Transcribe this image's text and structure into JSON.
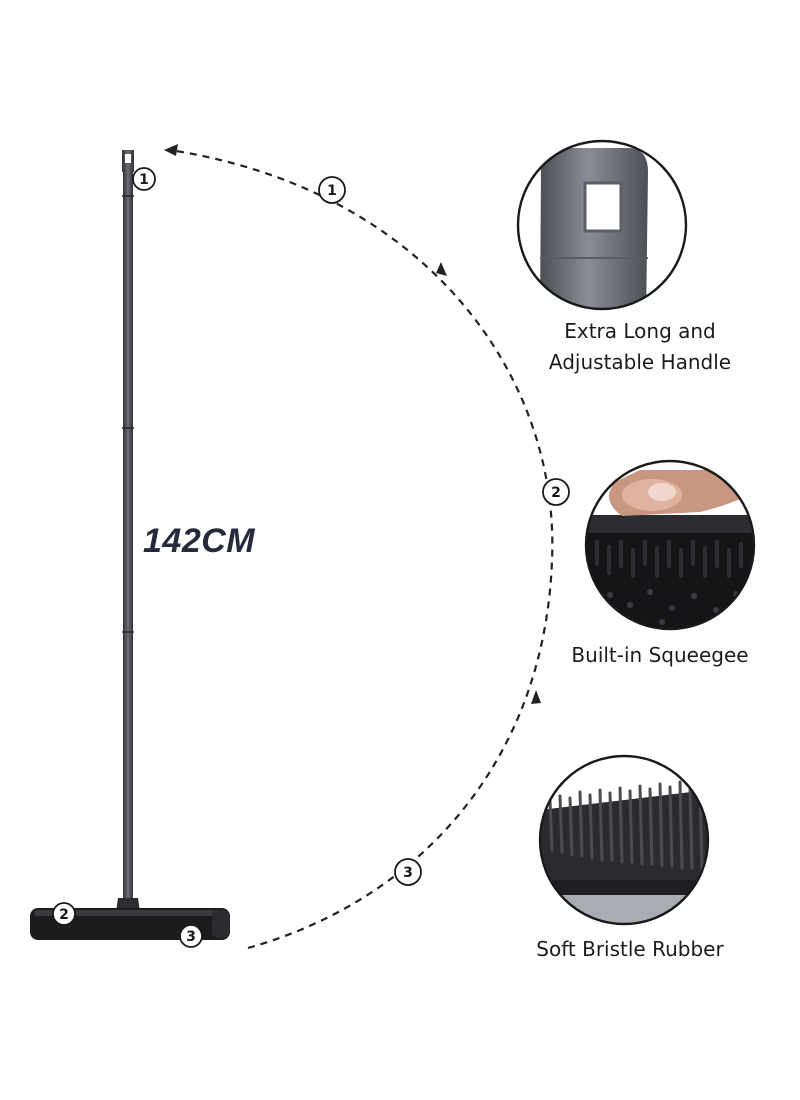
{
  "height_label": "142CM",
  "features": [
    {
      "number": "1",
      "caption_line1": "Extra Long and",
      "caption_line2": "Adjustable Handle",
      "icon": "handle-hang-hole-icon"
    },
    {
      "number": "2",
      "caption_line1": "Built-in Squeegee",
      "icon": "squeegee-icon"
    },
    {
      "number": "3",
      "caption_line1": "Soft Bristle Rubber",
      "icon": "rubber-bristle-icon"
    }
  ],
  "colors": {
    "product_gray": "#4d4f55",
    "head_black": "#1c1c1e",
    "text_dark": "#262b3c",
    "dashed_arc": "#222222"
  }
}
